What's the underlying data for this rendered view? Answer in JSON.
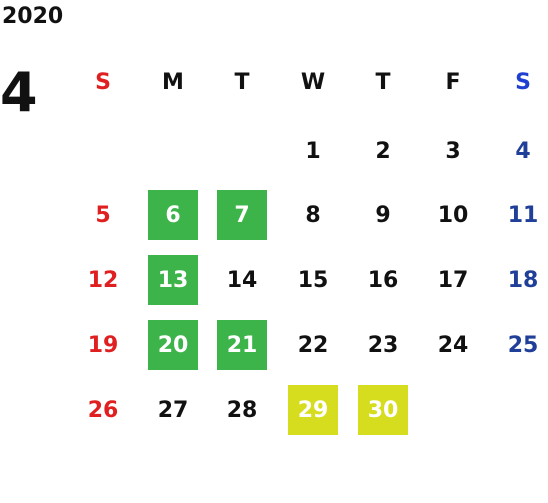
{
  "calendar": {
    "year": "2020",
    "month": "4",
    "weekdays": [
      "S",
      "M",
      "T",
      "W",
      "T",
      "F",
      "S"
    ],
    "weekday_colors": [
      "#e02020",
      "#111111",
      "#111111",
      "#111111",
      "#111111",
      "#111111",
      "#1f3fd0"
    ],
    "colors": {
      "sunday": "#e02020",
      "saturday": "#1f3f99",
      "weekday": "#111111",
      "green_highlight": "#3cb44a",
      "yellow_highlight": "#d6dd1e",
      "highlight_text": "#ffffff"
    },
    "weeks": [
      [
        {
          "day": ""
        },
        {
          "day": ""
        },
        {
          "day": ""
        },
        {
          "day": "1"
        },
        {
          "day": "2"
        },
        {
          "day": "3"
        },
        {
          "day": "4"
        }
      ],
      [
        {
          "day": "5"
        },
        {
          "day": "6",
          "highlight": "green"
        },
        {
          "day": "7",
          "highlight": "green"
        },
        {
          "day": "8"
        },
        {
          "day": "9"
        },
        {
          "day": "10"
        },
        {
          "day": "11"
        }
      ],
      [
        {
          "day": "12"
        },
        {
          "day": "13",
          "highlight": "green"
        },
        {
          "day": "14"
        },
        {
          "day": "15"
        },
        {
          "day": "16"
        },
        {
          "day": "17"
        },
        {
          "day": "18"
        }
      ],
      [
        {
          "day": "19"
        },
        {
          "day": "20",
          "highlight": "green"
        },
        {
          "day": "21",
          "highlight": "green"
        },
        {
          "day": "22"
        },
        {
          "day": "23"
        },
        {
          "day": "24"
        },
        {
          "day": "25"
        }
      ],
      [
        {
          "day": "26"
        },
        {
          "day": "27"
        },
        {
          "day": "28"
        },
        {
          "day": "29",
          "highlight": "yellow"
        },
        {
          "day": "30",
          "highlight": "yellow"
        },
        {
          "day": ""
        },
        {
          "day": ""
        }
      ]
    ]
  }
}
